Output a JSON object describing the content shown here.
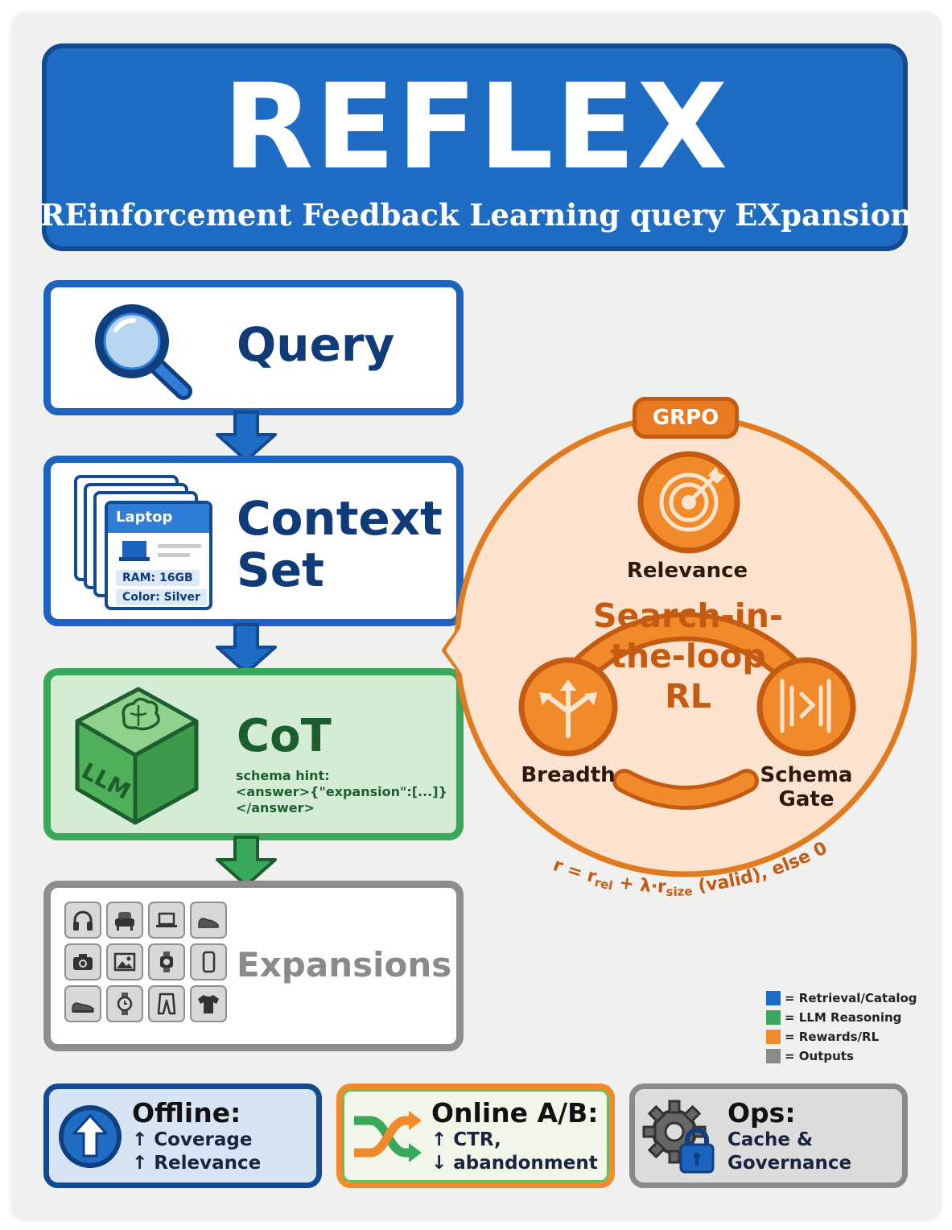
{
  "header": {
    "title": "REFLEX",
    "subtitle": "REinforcement Feedback Learning query EXpansion"
  },
  "flow": {
    "query": {
      "label": "Query",
      "icon": "magnifier-icon"
    },
    "context": {
      "label_line1": "Context",
      "label_line2": "Set",
      "card_title": "Laptop",
      "attr1": "RAM: 16GB",
      "attr2": "Color: Silver"
    },
    "cot": {
      "label": "CoT",
      "cube_text": "LLM",
      "hint_line1": "schema hint:",
      "hint_line2": "<answer>{\"expansion\":[...]}",
      "hint_line3": "</answer>"
    },
    "expansions": {
      "label": "Expansions",
      "icons": [
        "headphones-icon",
        "armchair-icon",
        "laptop-icon",
        "sneaker-icon",
        "camera-icon",
        "picture-icon",
        "smartwatch-icon",
        "phone-icon",
        "shoe-icon",
        "watch-icon",
        "pants-icon",
        "tshirt-icon"
      ]
    }
  },
  "rl": {
    "badge": "GRPO",
    "center_line1": "Search-in-",
    "center_line2": "the-loop",
    "center_line3": "RL",
    "relevance": "Relevance",
    "breadth": "Breadth",
    "schema_line1": "Schema",
    "schema_line2": "Gate",
    "formula": "r = r_rel + λ·r_size (valid), else 0"
  },
  "legend": [
    {
      "label": "= Retrieval/Catalog",
      "color": "#1f6cc4"
    },
    {
      "label": "= LLM Reasoning",
      "color": "#3aa85a"
    },
    {
      "label": "= Rewards/RL",
      "color": "#f08a2a"
    },
    {
      "label": "= Outputs",
      "color": "#8a8a8a"
    }
  ],
  "outcomes": {
    "offline": {
      "heading": "Offline:",
      "line1": "↑ Coverage",
      "line2": "↑ Relevance"
    },
    "online": {
      "heading": "Online A/B:",
      "line1": "↑ CTR,",
      "line2": "↓ abandonment"
    },
    "ops": {
      "heading": "Ops:",
      "line1": "Cache &",
      "line2": "Governance"
    }
  },
  "colors": {
    "blue": "#1f6cc4",
    "navy": "#134a92",
    "green": "#3aa85a",
    "orange": "#f08a2a",
    "dark_orange": "#c55a11",
    "gray": "#8a8a8a"
  }
}
